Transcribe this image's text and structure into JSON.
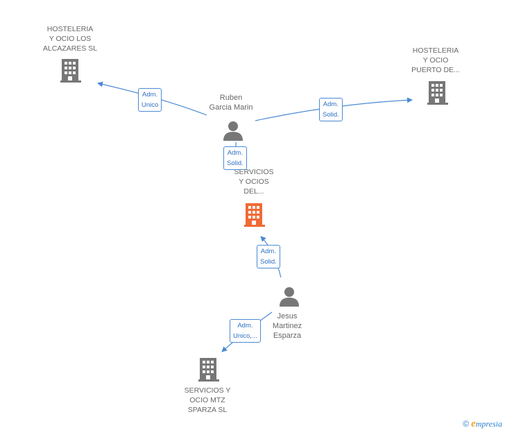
{
  "colors": {
    "edge": "#4a8ad4",
    "icon_default": "#777777",
    "icon_focus": "#f06a35",
    "text": "#666666",
    "edge_text": "#2e6fc4"
  },
  "nodes": {
    "hosteleria_alcazares": {
      "label": "HOSTELERIA\nY OCIO LOS\nALCAZARES  SL",
      "icon": "building-icon"
    },
    "hosteleria_puerto": {
      "label": "HOSTELERIA\nY OCIO\nPUERTO DE...",
      "icon": "building-icon"
    },
    "ruben": {
      "label": "Ruben\nGarcia Marin",
      "icon": "person-icon"
    },
    "servicios_ocios": {
      "label": "SERVICIOS\nY OCIOS\nDEL...",
      "icon": "building-icon"
    },
    "jesus": {
      "label": "Jesus\nMartinez\nEsparza",
      "icon": "person-icon"
    },
    "servicios_mtz": {
      "label": "SERVICIOS Y\nOCIO MTZ\nSPARZA  SL",
      "icon": "building-icon"
    }
  },
  "edges": [
    {
      "id": "ruben-alcazares",
      "label": "Adm.\nUnico"
    },
    {
      "id": "ruben-puerto",
      "label": "Adm.\nSolid."
    },
    {
      "id": "ruben-servicios",
      "label": "Adm.\nSolid."
    },
    {
      "id": "jesus-servicios",
      "label": "Adm.\nSolid."
    },
    {
      "id": "jesus-mtz",
      "label": "Adm.\nUnico,..."
    }
  ],
  "brand": {
    "copyright": "©",
    "initial": "e",
    "name": "mpresia"
  }
}
